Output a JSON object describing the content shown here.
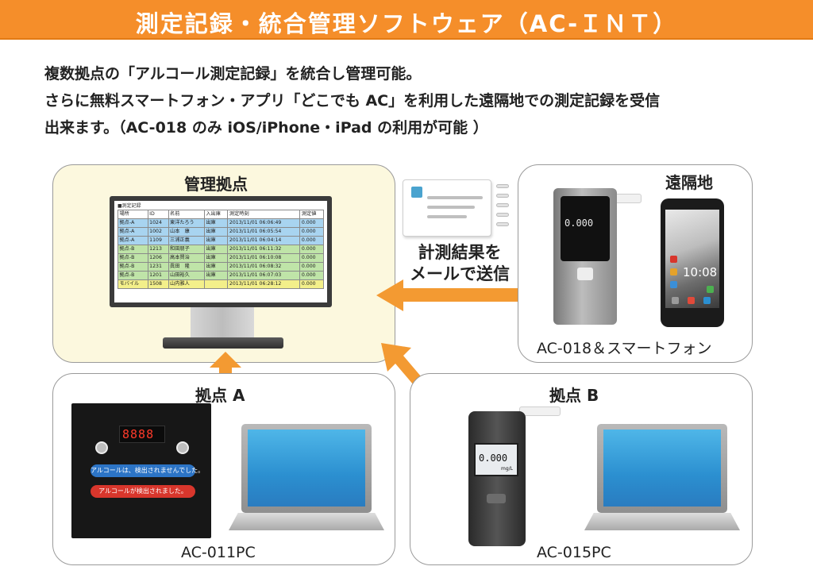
{
  "banner": {
    "title": "測定記録・統合管理ソフトウェア（AC-ＩＮＴ）"
  },
  "intro": {
    "line1": "複数拠点の「アルコール測定記録」を統合し管理可能。",
    "line2": "さらに無料スマートフォン・アプリ「どこでも AC」を利用した遠隔地での測定記録を受信",
    "line3": "出来ます。（AC-018 のみ iOS/iPhone・iPad の利用が可能 ）"
  },
  "hq": {
    "title": "管理拠点",
    "screen_title": "■測定記録",
    "headers": [
      "場所",
      "ID",
      "名前",
      "入出庫",
      "測定時刻",
      "測定値"
    ],
    "rows": [
      {
        "location": "拠点-A",
        "id": "1024",
        "name": "東洋たろう",
        "io": "出庫",
        "time": "2013/11/01 06:06:49",
        "value": "0.000",
        "color": "#a8d4f0"
      },
      {
        "location": "拠点-A",
        "id": "1002",
        "name": "山本　康",
        "io": "出庫",
        "time": "2013/11/01 06:05:54",
        "value": "0.000",
        "color": "#a8d4f0"
      },
      {
        "location": "拠点-A",
        "id": "1109",
        "name": "三浦正義",
        "io": "出庫",
        "time": "2013/11/01 06:04:14",
        "value": "0.000",
        "color": "#a8d4f0"
      },
      {
        "location": "拠点-B",
        "id": "1213",
        "name": "和田朋子",
        "io": "出庫",
        "time": "2013/11/01 06:11:32",
        "value": "0.000",
        "color": "#bfe4a8"
      },
      {
        "location": "拠点-B",
        "id": "1206",
        "name": "高本賢治",
        "io": "出庫",
        "time": "2013/11/01 06:10:08",
        "value": "0.000",
        "color": "#bfe4a8"
      },
      {
        "location": "拠点-B",
        "id": "1231",
        "name": "眞田　隆",
        "io": "出庫",
        "time": "2013/11/01 06:08:32",
        "value": "0.000",
        "color": "#bfe4a8"
      },
      {
        "location": "拠点-B",
        "id": "1201",
        "name": "山田裕久",
        "io": "出庫",
        "time": "2013/11/01 06:07:03",
        "value": "0.000",
        "color": "#bfe4a8"
      },
      {
        "location": "モバイル",
        "id": "1508",
        "name": "山内雅人",
        "io": "",
        "time": "2013/11/01 06:28:12",
        "value": "0.000",
        "color": "#f3ef8a"
      }
    ]
  },
  "mail": {
    "line1": "計測結果を",
    "line2": "メールで送信"
  },
  "remote": {
    "title": "遠隔地",
    "caption": "AC-018＆スマートフォン",
    "device_reading": "0.000",
    "phone_time": "10:08"
  },
  "site_a": {
    "title": "拠点 A",
    "caption": "AC-011PC",
    "led": "8888",
    "pill_blue": "アルコールは、検出されませんでした。",
    "pill_red": "アルコールが検出されました。"
  },
  "site_b": {
    "title": "拠点 B",
    "caption": "AC-015PC",
    "device_reading": "0.000",
    "device_unit": "mg/L"
  },
  "colors": {
    "accent": "#f58e2a",
    "hq_panel": "#fcf8de",
    "arrow": "#f39a32"
  },
  "icons": [
    "envelope-icon",
    "arrow-left-icon",
    "arrow-up-icon",
    "arrow-diagonal-icon"
  ]
}
